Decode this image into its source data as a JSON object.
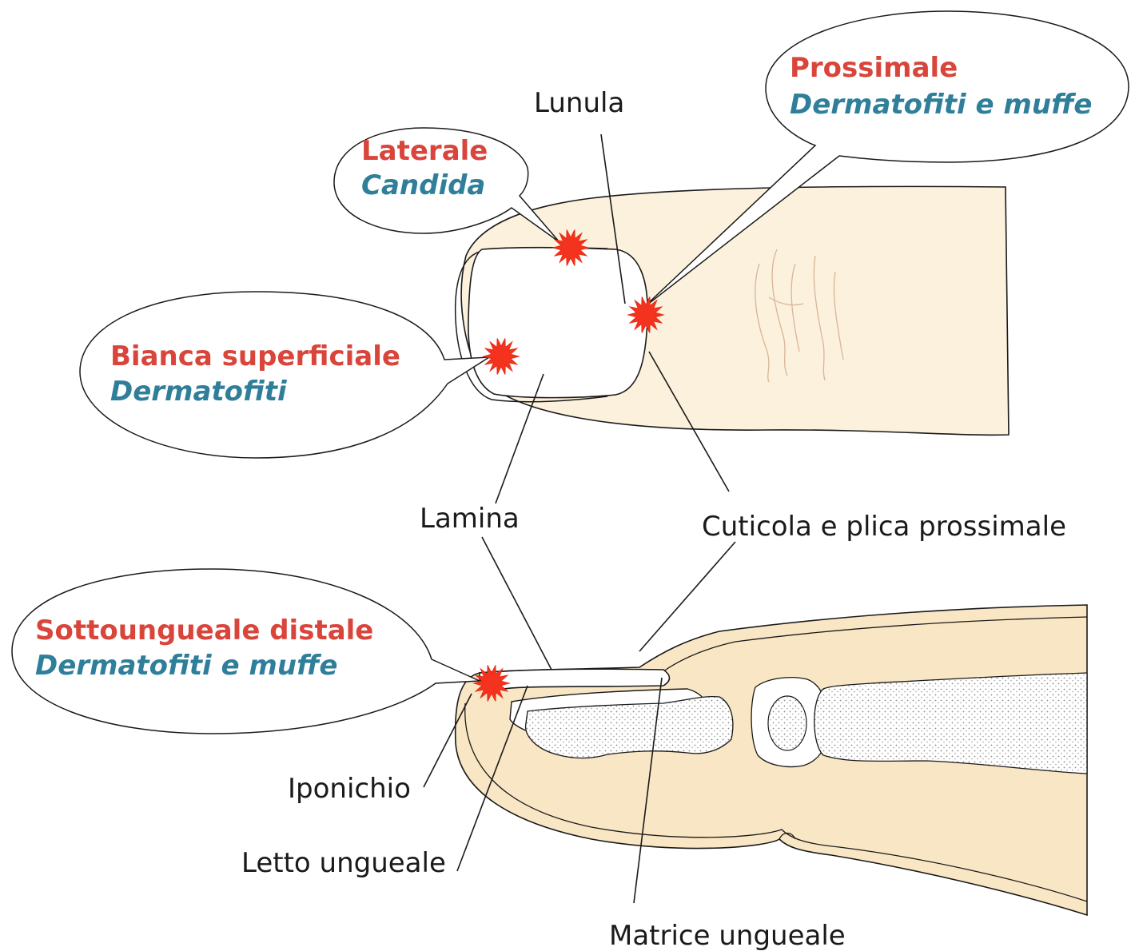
{
  "colors": {
    "title_red": "#d9453a",
    "organism_teal": "#2f7f9a",
    "skin_fill": "#fbf1dc",
    "tissue_fill": "#f9e6c4",
    "lesion_red": "#f4331e",
    "line": "#1a1a1a"
  },
  "icons": {
    "lesion": "starburst-icon"
  },
  "callouts": {
    "laterale": {
      "title": "Laterale",
      "organism": "Candida"
    },
    "prossimale": {
      "title": "Prossimale",
      "organism": "Dermatofiti e muffe"
    },
    "bianca": {
      "title": "Bianca superficiale",
      "organism": "Dermatofiti"
    },
    "distale": {
      "title": "Sottoungueale distale",
      "organism": "Dermatofiti e muffe"
    }
  },
  "labels": {
    "lunula": "Lunula",
    "lamina": "Lamina",
    "cuticola": "Cuticola e plica prossimale",
    "iponichio": "Iponichio",
    "letto": "Letto ungueale",
    "matrice": "Matrice ungueale"
  }
}
